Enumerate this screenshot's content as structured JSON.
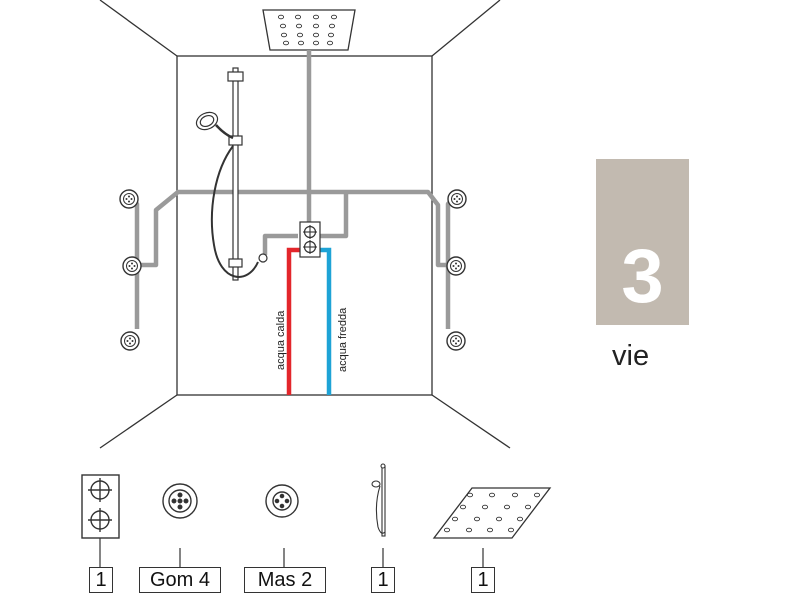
{
  "badge": {
    "number": "3",
    "caption": "vie",
    "color": "#c2bab0"
  },
  "pipes": {
    "hot_label": "acqua calda",
    "cold_label": "acqua fredda",
    "hot_color": "#e3262b",
    "cold_color": "#1ea3d6",
    "grey_color": "#9a9a9a"
  },
  "components": [
    {
      "name": "thermostatic-mixer",
      "quantity": "1"
    },
    {
      "name": "body-jet-gom",
      "quantity": "Gom 4"
    },
    {
      "name": "body-jet-mas",
      "quantity": "Mas 2"
    },
    {
      "name": "hand-shower-kit",
      "quantity": "1"
    },
    {
      "name": "overhead-shower",
      "quantity": "1"
    }
  ]
}
